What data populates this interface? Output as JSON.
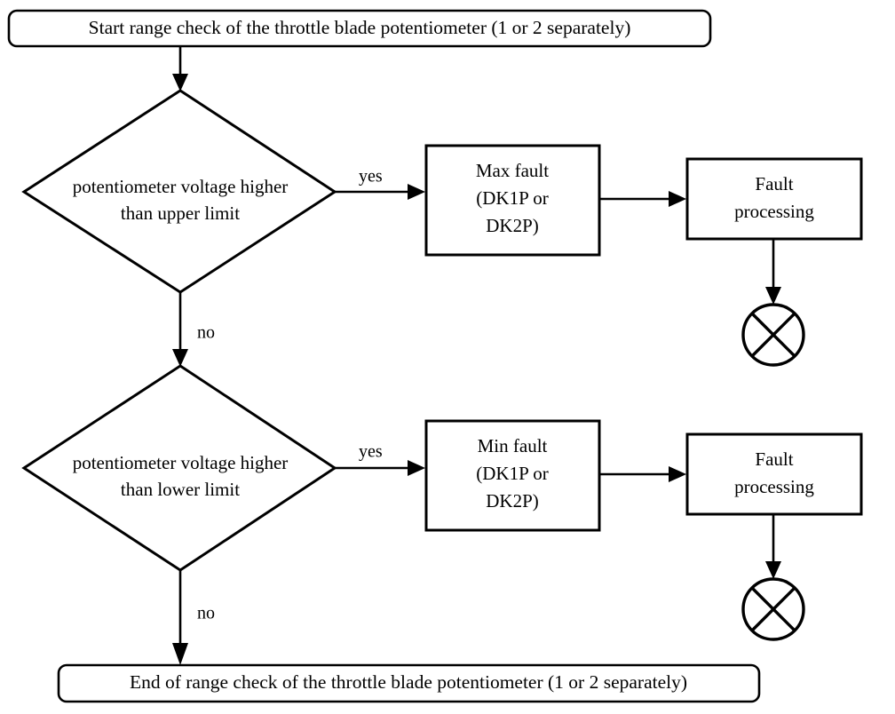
{
  "diagram": {
    "title": "Throttle blade potentiometer range check flowchart",
    "colors": {
      "background": "#ffffff",
      "stroke": "#000000",
      "text": "#000000"
    },
    "nodes": {
      "start": {
        "type": "terminator-rounded",
        "label": "Start range check of the throttle blade potentiometer (1 or 2 separately)"
      },
      "decision_upper": {
        "type": "decision",
        "line1": "potentiometer voltage higher",
        "line2": "than upper limit"
      },
      "max_fault": {
        "type": "process",
        "line1": "Max fault",
        "line2": "(DK1P or",
        "line3": "DK2P)"
      },
      "fault_processing_upper": {
        "type": "process",
        "line1": "Fault",
        "line2": "processing"
      },
      "stop_upper": {
        "type": "circle-cross",
        "label": ""
      },
      "decision_lower": {
        "type": "decision",
        "line1": "potentiometer voltage higher",
        "line2": "than lower limit"
      },
      "min_fault": {
        "type": "process",
        "line1": "Min fault",
        "line2": "(DK1P or",
        "line3": "DK2P)"
      },
      "fault_processing_lower": {
        "type": "process",
        "line1": "Fault",
        "line2": "processing"
      },
      "stop_lower": {
        "type": "circle-cross",
        "label": ""
      },
      "end": {
        "type": "terminator-rounded",
        "label": "End of range check of the throttle blade potentiometer (1 or 2 separately)"
      }
    },
    "edges": {
      "upper_yes": "yes",
      "upper_no": "no",
      "lower_yes": "yes",
      "lower_no": "no"
    }
  }
}
